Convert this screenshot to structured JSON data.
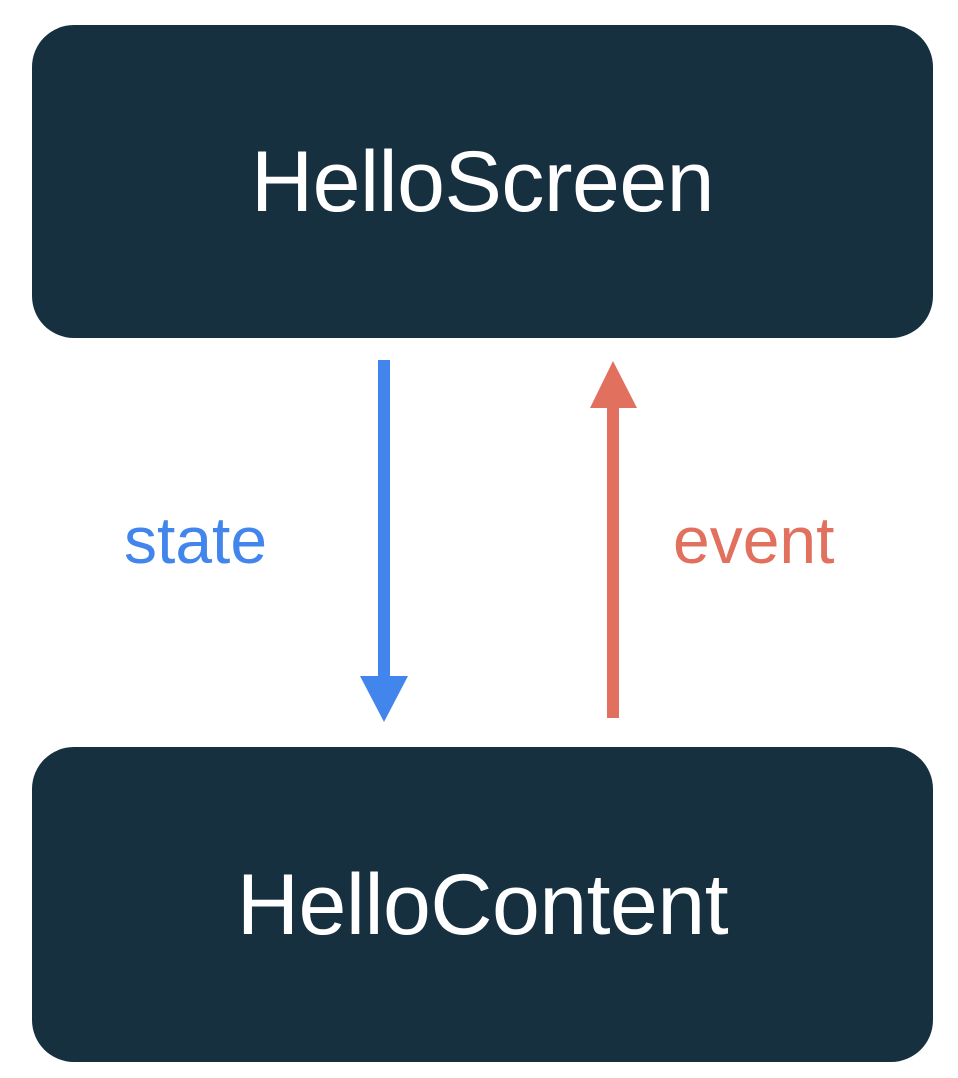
{
  "diagram": {
    "title": "HelloScreen / HelloContent unidirectional data flow",
    "type": "flow",
    "background_color": "#ffffff",
    "nodes": [
      {
        "id": "hello-screen",
        "label": "HelloScreen",
        "shape": "rounded-rectangle",
        "fill_color": "#17303f",
        "text_color": "#ffffff",
        "position": "top"
      },
      {
        "id": "hello-content",
        "label": "HelloContent",
        "shape": "rounded-rectangle",
        "fill_color": "#17303f",
        "text_color": "#ffffff",
        "position": "bottom"
      }
    ],
    "edges": [
      {
        "id": "state-edge",
        "label": "state",
        "from": "hello-screen",
        "to": "hello-content",
        "direction": "down",
        "color": "#4285ec"
      },
      {
        "id": "event-edge",
        "label": "event",
        "from": "hello-content",
        "to": "hello-screen",
        "direction": "up",
        "color": "#e2705e"
      }
    ]
  }
}
